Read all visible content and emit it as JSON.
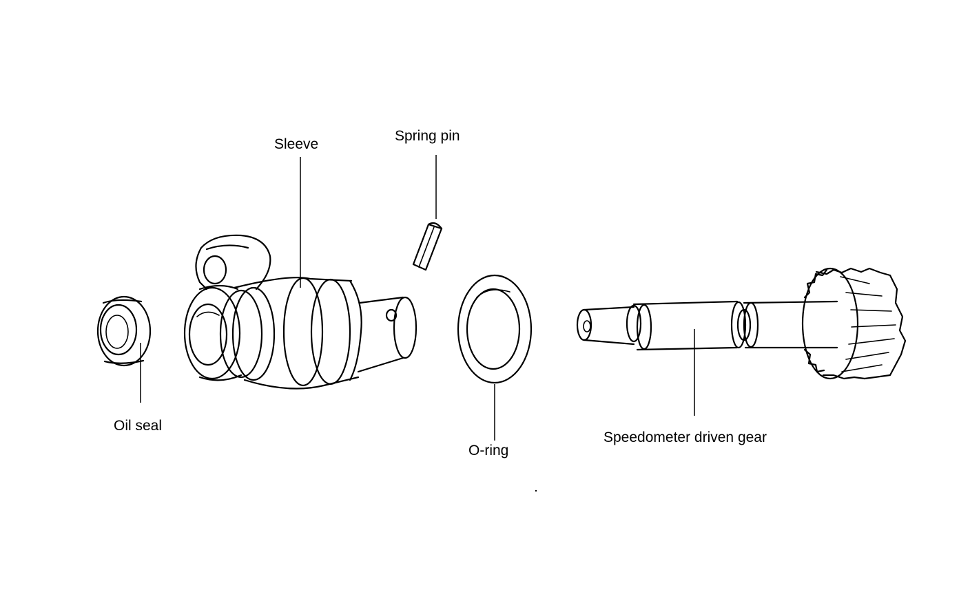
{
  "labels": {
    "sleeve": "Sleeve",
    "spring_pin": "Spring pin",
    "oil_seal": "Oil seal",
    "o_ring": "O-ring",
    "speedometer_driven_gear": "Speedometer driven gear"
  }
}
